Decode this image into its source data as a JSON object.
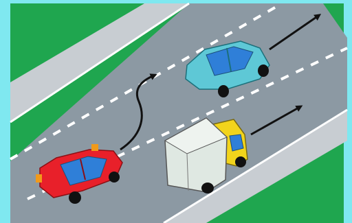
{
  "scene": {
    "frame_color": "#7fe8f0",
    "grass_color": "#1fa64f",
    "road_color": "#8c99a3",
    "shoulder_color": "#c8cdd2",
    "lane_mark_color": "#ffffff",
    "arrow_color": "#111111",
    "vehicles": [
      {
        "name": "red-car",
        "color": "#e8202a",
        "role": "overtaking"
      },
      {
        "name": "truck",
        "cab_color": "#f2d41c",
        "box_color": "#dfe8e2",
        "role": "being overtaken"
      },
      {
        "name": "cyan-car",
        "color": "#5ec8d6",
        "role": "ahead in middle lane"
      }
    ]
  }
}
